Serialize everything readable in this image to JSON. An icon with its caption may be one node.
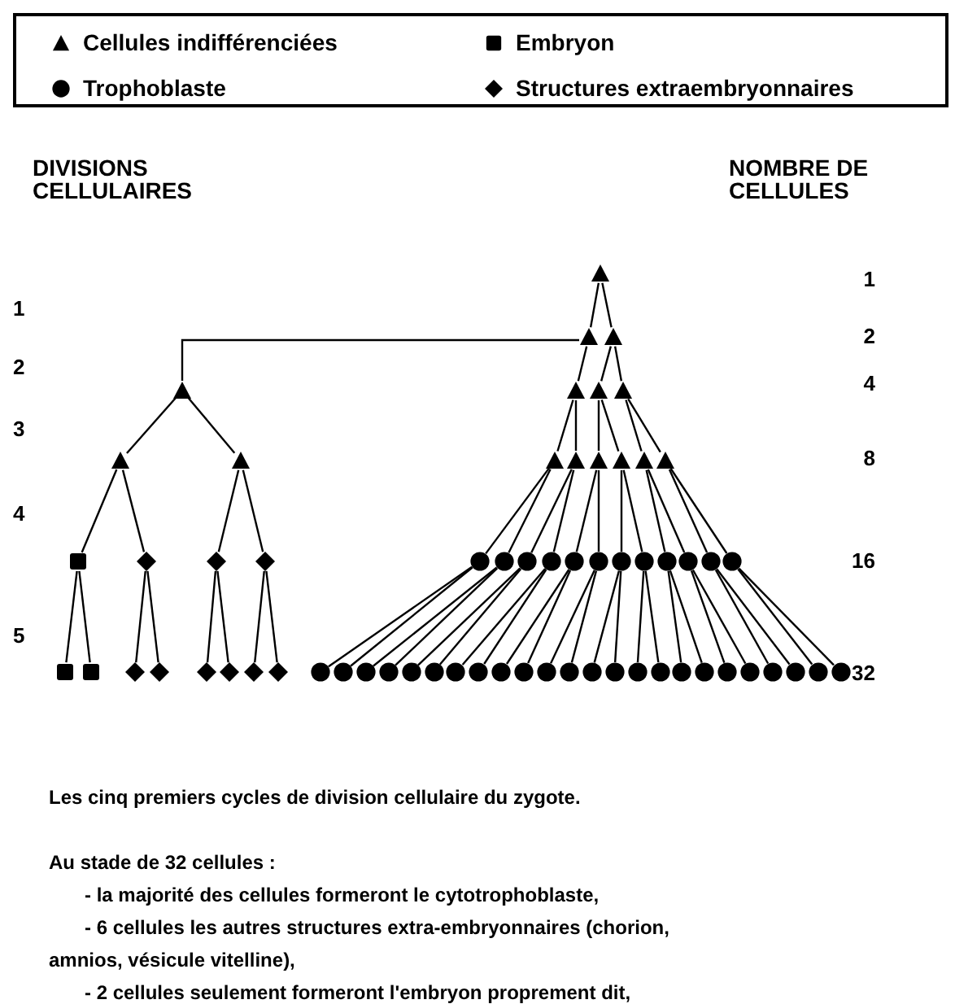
{
  "diagram": {
    "caption": "Les cinq premiers cycles de division cellulaire du zygote.",
    "nodes": [
      {
        "text": [],
        "shape": "triangle"
      },
      {
        "text": [],
        "shape": "triangle"
      },
      {
        "text": [],
        "shape": "triangle"
      },
      {
        "text": [],
        "shape": "triangle"
      },
      {
        "text": [],
        "shape": "triangle"
      },
      {
        "text": [],
        "shape": "triangle"
      },
      {
        "text": [],
        "shape": "triangle"
      },
      {
        "text": [],
        "shape": "triangle"
      },
      {
        "text": [],
        "shape": "triangle"
      },
      {
        "text": [],
        "shape": "triangle"
      },
      {
        "text": [],
        "shape": "triangle"
      },
      {
        "text": [],
        "shape": "triangle"
      },
      {
        "text": [],
        "shape": "triangle"
      },
      {
        "text": [],
        "shape": "triangle"
      },
      {
        "text": [],
        "shape": "triangle"
      },
      {
        "text": [],
        "shape": "square"
      },
      {
        "text": [],
        "shape": "diamond"
      },
      {
        "text": [],
        "shape": "diamond"
      },
      {
        "text": [],
        "shape": "diamond"
      },
      {
        "text": [],
        "shape": "circle"
      },
      {
        "text": [],
        "shape": "circle"
      },
      {
        "text": [],
        "shape": "circle"
      },
      {
        "text": [],
        "shape": "circle"
      },
      {
        "text": [],
        "shape": "circle"
      },
      {
        "text": [],
        "shape": "circle"
      },
      {
        "text": [],
        "shape": "circle"
      },
      {
        "text": [],
        "shape": "circle"
      },
      {
        "text": [],
        "shape": "circle"
      },
      {
        "text": [],
        "shape": "circle"
      },
      {
        "text": [],
        "shape": "circle"
      },
      {
        "text": [],
        "shape": "circle"
      },
      {
        "text": [],
        "shape": "square"
      },
      {
        "text": [],
        "shape": "square"
      },
      {
        "text": [],
        "shape": "diamond"
      },
      {
        "text": [],
        "shape": "diamond"
      },
      {
        "text": [],
        "shape": "diamond"
      },
      {
        "text": [],
        "shape": "diamond"
      },
      {
        "text": [],
        "shape": "diamond"
      },
      {
        "text": [],
        "shape": "diamond"
      },
      {
        "text": [],
        "shape": "circle"
      },
      {
        "text": [],
        "shape": "circle"
      },
      {
        "text": [],
        "shape": "circle"
      },
      {
        "text": [],
        "shape": "circle"
      },
      {
        "text": [],
        "shape": "circle"
      },
      {
        "text": [],
        "shape": "circle"
      },
      {
        "text": [],
        "shape": "circle"
      },
      {
        "text": [],
        "shape": "circle"
      },
      {
        "text": [],
        "shape": "circle"
      },
      {
        "text": [],
        "shape": "circle"
      },
      {
        "text": [],
        "shape": "circle"
      },
      {
        "text": [],
        "shape": "circle"
      },
      {
        "text": [],
        "shape": "circle"
      },
      {
        "text": [],
        "shape": "circle"
      },
      {
        "text": [],
        "shape": "circle"
      },
      {
        "text": [],
        "shape": "circle"
      },
      {
        "text": [],
        "shape": "circle"
      },
      {
        "text": [],
        "shape": "circle"
      },
      {
        "text": [],
        "shape": "circle"
      },
      {
        "text": [],
        "shape": "circle"
      },
      {
        "text": [],
        "shape": "circle"
      },
      {
        "text": [],
        "shape": "circle"
      },
      {
        "text": [],
        "shape": "circle"
      },
      {
        "text": [],
        "shape": "circle"
      }
    ],
    "edges": [
      {
        "from": 0,
        "to": 1,
        "arrow": "none"
      },
      {
        "from": 0,
        "to": 2,
        "arrow": "none"
      },
      {
        "from": 1,
        "to": 3,
        "arrow": "none"
      },
      {
        "from": 1,
        "to": 4,
        "arrow": "none"
      },
      {
        "from": 2,
        "to": 5,
        "arrow": "none"
      },
      {
        "from": 2,
        "to": 6,
        "arrow": "none"
      },
      {
        "from": 3,
        "to": 7,
        "arrow": "none"
      },
      {
        "from": 3,
        "to": 8,
        "arrow": "none"
      },
      {
        "from": 4,
        "to": 9,
        "arrow": "none"
      },
      {
        "from": 4,
        "to": 10,
        "arrow": "none"
      },
      {
        "from": 5,
        "to": 11,
        "arrow": "none"
      },
      {
        "from": 5,
        "to": 12,
        "arrow": "none"
      },
      {
        "from": 6,
        "to": 13,
        "arrow": "none"
      },
      {
        "from": 6,
        "to": 14,
        "arrow": "none"
      },
      {
        "from": 7,
        "to": 15,
        "arrow": "none"
      },
      {
        "from": 7,
        "to": 16,
        "arrow": "none"
      },
      {
        "from": 8,
        "to": 17,
        "arrow": "none"
      },
      {
        "from": 8,
        "to": 18,
        "arrow": "none"
      },
      {
        "from": 9,
        "to": 19,
        "arrow": "none"
      },
      {
        "from": 9,
        "to": 20,
        "arrow": "none"
      },
      {
        "from": 10,
        "to": 21,
        "arrow": "none"
      },
      {
        "from": 10,
        "to": 22,
        "arrow": "none"
      },
      {
        "from": 11,
        "to": 23,
        "arrow": "none"
      },
      {
        "from": 11,
        "to": 24,
        "arrow": "none"
      },
      {
        "from": 12,
        "to": 25,
        "arrow": "none"
      },
      {
        "from": 12,
        "to": 26,
        "arrow": "none"
      },
      {
        "from": 13,
        "to": 27,
        "arrow": "none"
      },
      {
        "from": 13,
        "to": 28,
        "arrow": "none"
      },
      {
        "from": 14,
        "to": 29,
        "arrow": "none"
      },
      {
        "from": 14,
        "to": 30,
        "arrow": "none"
      },
      {
        "from": 15,
        "to": 31,
        "arrow": "none"
      },
      {
        "from": 15,
        "to": 32,
        "arrow": "none"
      },
      {
        "from": 16,
        "to": 33,
        "arrow": "none"
      },
      {
        "from": 16,
        "to": 34,
        "arrow": "none"
      },
      {
        "from": 17,
        "to": 35,
        "arrow": "none"
      },
      {
        "from": 17,
        "to": 36,
        "arrow": "none"
      },
      {
        "from": 18,
        "to": 37,
        "arrow": "none"
      },
      {
        "from": 18,
        "to": 38,
        "arrow": "none"
      },
      {
        "from": 19,
        "to": 39,
        "arrow": "none"
      },
      {
        "from": 19,
        "to": 40,
        "arrow": "none"
      },
      {
        "from": 20,
        "to": 41,
        "arrow": "none"
      },
      {
        "from": 20,
        "to": 42,
        "arrow": "none"
      },
      {
        "from": 21,
        "to": 43,
        "arrow": "none"
      },
      {
        "from": 21,
        "to": 44,
        "arrow": "none"
      },
      {
        "from": 22,
        "to": 45,
        "arrow": "none"
      },
      {
        "from": 22,
        "to": 46,
        "arrow": "none"
      },
      {
        "from": 23,
        "to": 47,
        "arrow": "none"
      },
      {
        "from": 23,
        "to": 48,
        "arrow": "none"
      },
      {
        "from": 24,
        "to": 49,
        "arrow": "none"
      },
      {
        "from": 24,
        "to": 50,
        "arrow": "none"
      },
      {
        "from": 25,
        "to": 51,
        "arrow": "none"
      },
      {
        "from": 25,
        "to": 52,
        "arrow": "none"
      },
      {
        "from": 26,
        "to": 53,
        "arrow": "none"
      },
      {
        "from": 26,
        "to": 54,
        "arrow": "none"
      },
      {
        "from": 27,
        "to": 55,
        "arrow": "none"
      },
      {
        "from": 27,
        "to": 56,
        "arrow": "none"
      },
      {
        "from": 28,
        "to": 57,
        "arrow": "none"
      },
      {
        "from": 28,
        "to": 58,
        "arrow": "none"
      },
      {
        "from": 29,
        "to": 59,
        "arrow": "none"
      },
      {
        "from": 29,
        "to": 60,
        "arrow": "none"
      },
      {
        "from": 30,
        "to": 61,
        "arrow": "none"
      },
      {
        "from": 30,
        "to": 62,
        "arrow": "none"
      }
    ],
    "labels": [
      "DIVISIONS CELLULAIRES",
      "NOMBRE DE CELLULES",
      "1",
      "1",
      "2",
      "2",
      "4",
      "3",
      "8",
      "4",
      "16",
      "5",
      "32",
      "Au stade de 32 cellules :",
      "- la majorité des cellules formeront le cytotrophoblaste,",
      "- 6 cellules les autres structures extra-embryonnaires (chorion, amnios, vésicule vitelline),",
      "- 2 cellules seulement formeront l'embryon proprement dit,"
    ],
    "legend": [
      {
        "text": "Cellules indifférenciées"
      },
      {
        "text": "Embryon"
      },
      {
        "text": "Trophoblaste"
      },
      {
        "text": "Structures extraembryonnaires"
      }
    ]
  }
}
